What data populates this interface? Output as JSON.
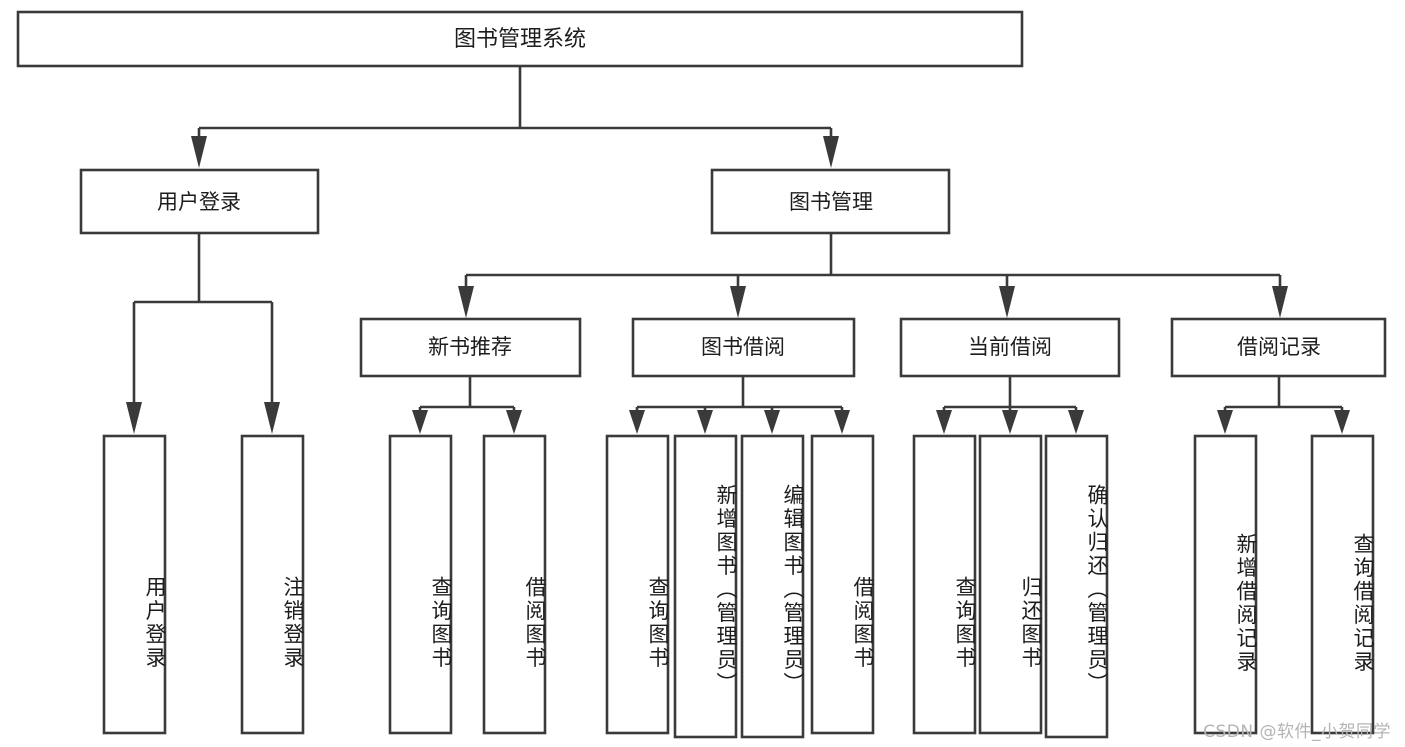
{
  "diagram": {
    "title": "图书管理系统",
    "type": "hierarchy-tree",
    "orientation": "top-down",
    "colors": {
      "box_stroke": "#3a3a3a",
      "box_fill": "#ffffff",
      "text": "#1d1d1d",
      "background": "#ffffff",
      "watermark": "#b4b4b4"
    },
    "root": {
      "label": "图书管理系统"
    },
    "level2": [
      {
        "label": "用户登录"
      },
      {
        "label": "图书管理"
      }
    ],
    "level3": [
      {
        "label": "新书推荐"
      },
      {
        "label": "图书借阅"
      },
      {
        "label": "当前借阅"
      },
      {
        "label": "借阅记录"
      }
    ],
    "leaves": {
      "user_login": [
        {
          "label": "用户登录"
        },
        {
          "label": "注销登录"
        }
      ],
      "new_book_recommend": [
        {
          "label": "查询图书"
        },
        {
          "label": "借阅图书"
        }
      ],
      "book_borrow": [
        {
          "label": "查询图书"
        },
        {
          "label": "新增图书（管理员）"
        },
        {
          "label": "编辑图书（管理员）"
        },
        {
          "label": "借阅图书"
        }
      ],
      "current_borrow": [
        {
          "label": "查询图书"
        },
        {
          "label": "归还图书"
        },
        {
          "label": "确认归还（管理员）"
        }
      ],
      "borrow_record": [
        {
          "label": "新增借阅记录"
        },
        {
          "label": "查询借阅记录"
        }
      ]
    }
  },
  "watermark": {
    "text": "CSDN @软件_小贺同学"
  }
}
